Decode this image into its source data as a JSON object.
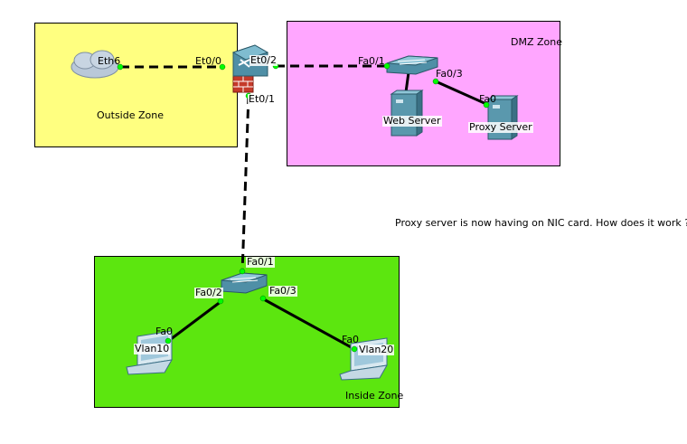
{
  "zones": {
    "outside": {
      "label": "Outside Zone",
      "color": "#ffff80"
    },
    "dmz": {
      "label": "DMZ Zone",
      "color": "#ffa6ff"
    },
    "inside": {
      "label": "Inside Zone",
      "color": "#5ce60f"
    }
  },
  "ports": {
    "eth6": "Eth6",
    "et00": "Et0/0",
    "et02": "Et0/2",
    "et01": "Et0/1",
    "dmz_fa01": "Fa0/1",
    "dmz_fa03": "Fa0/3",
    "proxy_fa0": "Fa0",
    "inside_fa01": "Fa0/1",
    "inside_fa02": "Fa0/2",
    "inside_fa03": "Fa0/3",
    "pc1_fa0": "Fa0",
    "pc2_fa0": "Fa0"
  },
  "devices": {
    "web_server": "Web Server",
    "proxy_server": "Proxy Server",
    "vlan10": "Vlan10",
    "vlan20": "Vlan20"
  },
  "note": "Proxy server is now having on NIC card. How does it work ?",
  "colors": {
    "link_dot": "#00ff00",
    "device": "#4a90a8"
  }
}
